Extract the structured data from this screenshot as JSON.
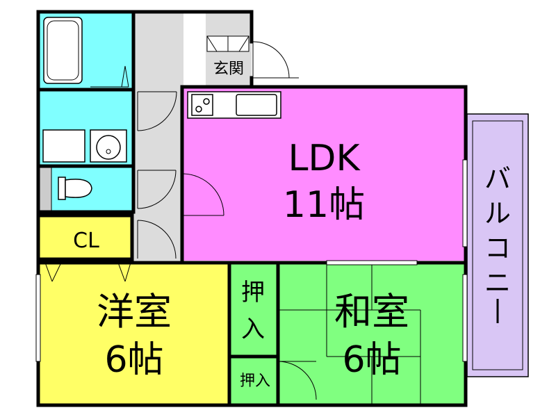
{
  "colors": {
    "wet_area": "#80ffff",
    "ldk": "#ff8cff",
    "western": "#ffff66",
    "japanese": "#80ff80",
    "storage": "#80ff80",
    "closet": "#ffff66",
    "balcony": "#d9c6f5",
    "hall": "#dcdcdc",
    "entrance": "#dcdcdc",
    "wall": "#000000"
  },
  "rooms": {
    "entrance": "玄関",
    "ldk_name": "LDK",
    "ldk_size": "11帖",
    "western_name": "洋室",
    "western_size": "6帖",
    "japanese_name": "和室",
    "japanese_size": "6帖",
    "closet": "CL",
    "storage_upper_1": "押",
    "storage_upper_2": "入",
    "storage_lower": "押入",
    "balcony_chars": [
      "バ",
      "ル",
      "コ",
      "ニ",
      "ー"
    ]
  },
  "fixtures": {
    "stove": "stove-icon",
    "sink": "sink-icon",
    "bathtub": "bathtub-icon",
    "washbasin": "washbasin-icon",
    "toilet": "toilet-icon",
    "washer": "washing-machine-pan-icon",
    "shoe_cabinet": "shoe-cabinet-icon"
  }
}
